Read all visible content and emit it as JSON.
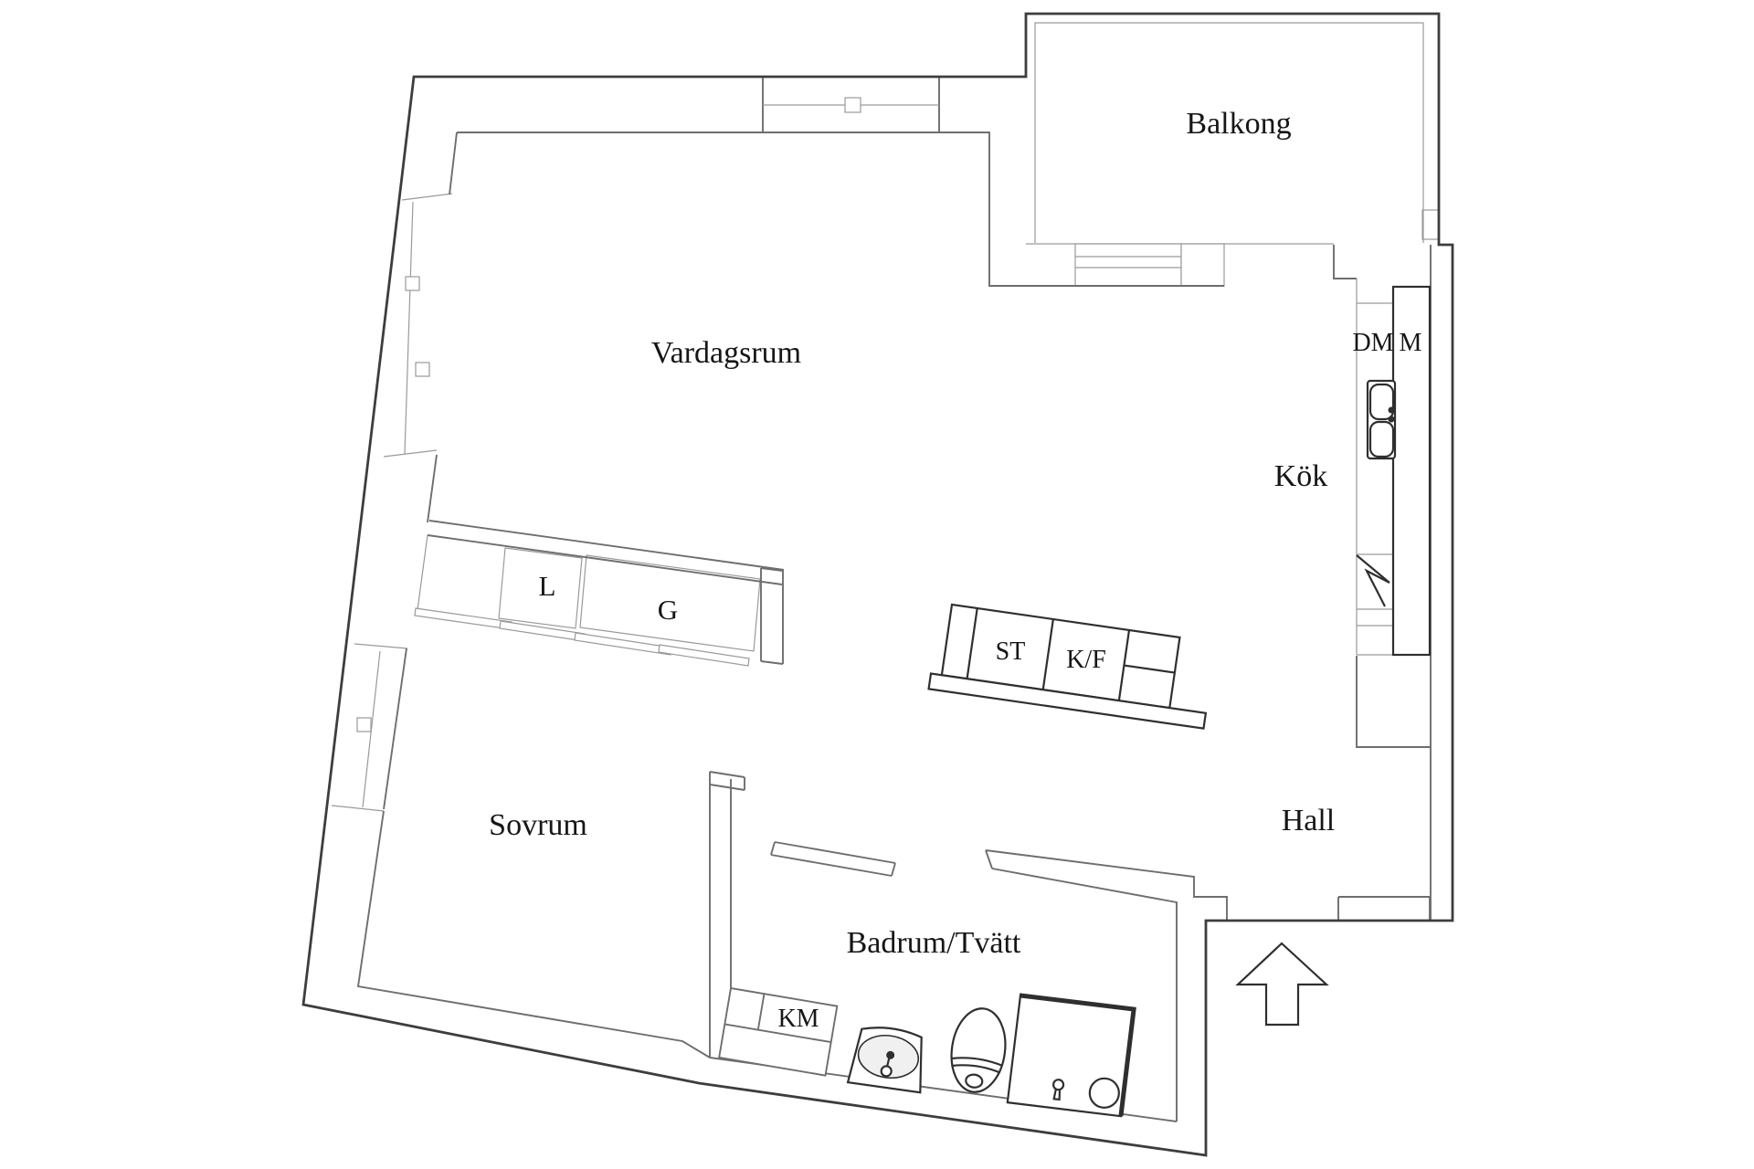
{
  "document": {
    "type": "apartment floor plan",
    "language": "Swedish"
  },
  "labels": {
    "balkong": "Balkong",
    "vardagsrum": "Vardagsrum",
    "kok": "Kök",
    "hall": "Hall",
    "sovrum": "Sovrum",
    "badrum": "Badrum/Tvätt",
    "dm": "DM",
    "m": "M",
    "st": "ST",
    "kf": "K/F",
    "km": "KM",
    "l": "L",
    "g": "G"
  },
  "icons": {
    "entrance": "entrance-arrow-icon",
    "kitchen_sink": "kitchen-sink-icon",
    "stove": "stove-icon",
    "wash_basin": "wash-basin-icon",
    "toilet": "toilet-icon",
    "shower": "shower-icon"
  },
  "colors": {
    "background": "#ffffff",
    "exterior_wall": "#3d3d3d",
    "interior_wall": "#6e6e6e",
    "light_line": "#9a9a9a",
    "fixture_line": "#2f2f2f",
    "text": "#161616"
  }
}
